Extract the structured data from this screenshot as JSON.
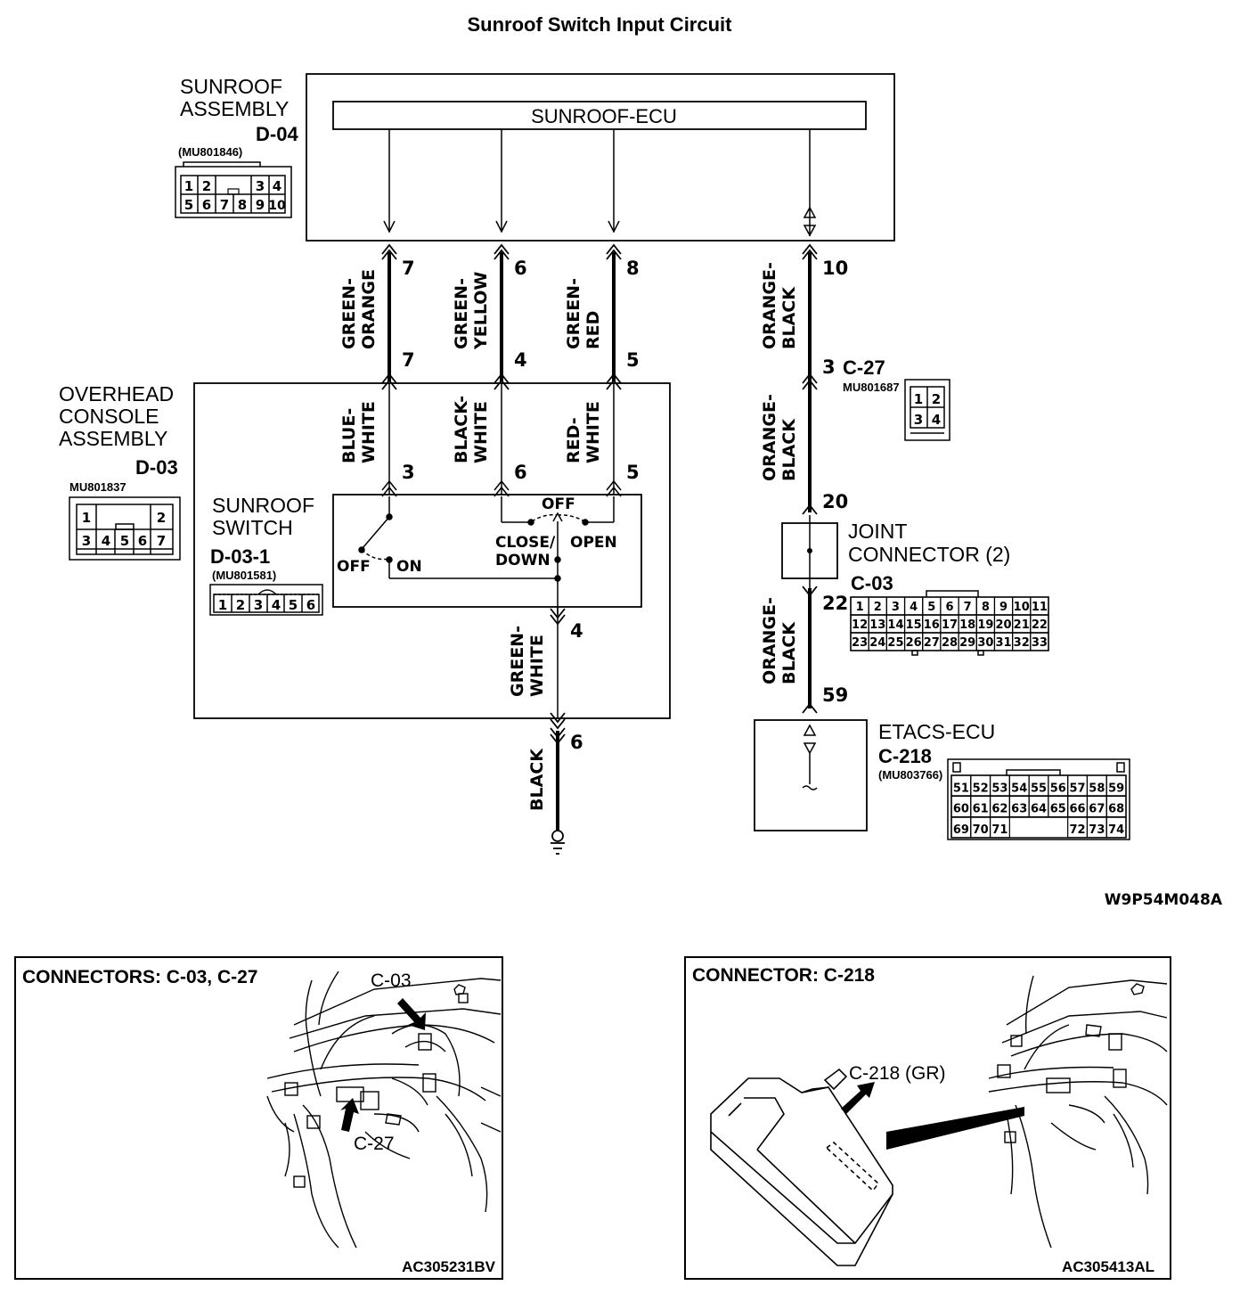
{
  "title": "Sunroof Switch Input Circuit",
  "sunroof_assembly": {
    "label_line1": "SUNROOF",
    "label_line2": "ASSEMBLY",
    "connector_id": "D-04",
    "part_no": "(MU801846)",
    "pins_row1": [
      "1",
      "2",
      "3",
      "4"
    ],
    "pins_row2": [
      "5",
      "6",
      "7",
      "8",
      "9",
      "10"
    ],
    "ecu_label": "SUNROOF-ECU"
  },
  "wires_upper": [
    {
      "pin_top": "7",
      "color_line1": "GREEN-",
      "color_line2": "ORANGE",
      "pin_bottom": "7"
    },
    {
      "pin_top": "6",
      "color_line1": "GREEN-",
      "color_line2": "YELLOW",
      "pin_bottom": "4"
    },
    {
      "pin_top": "8",
      "color_line1": "GREEN-",
      "color_line2": "RED",
      "pin_bottom": "5"
    },
    {
      "pin_top": "10",
      "color_line1": "ORANGE-",
      "color_line2": "BLACK",
      "pin_bottom": "3"
    }
  ],
  "overhead_console": {
    "label_line1": "OVERHEAD",
    "label_line2": "CONSOLE",
    "label_line3": "ASSEMBLY",
    "connector_id": "D-03",
    "part_no": "MU801837",
    "pins_row1": [
      "1",
      "2"
    ],
    "pins_row2": [
      "3",
      "4",
      "5",
      "6",
      "7"
    ]
  },
  "wires_inner": [
    {
      "color_line1": "BLUE-",
      "color_line2": "WHITE",
      "pin": "3"
    },
    {
      "color_line1": "BLACK-",
      "color_line2": "WHITE",
      "pin": "6"
    },
    {
      "color_line1": "RED-",
      "color_line2": "WHITE",
      "pin": "5"
    }
  ],
  "sunroof_switch": {
    "label_line1": "SUNROOF",
    "label_line2": "SWITCH",
    "connector_id": "D-03-1",
    "part_no": "(MU801581)",
    "pins": [
      "1",
      "2",
      "3",
      "4",
      "5",
      "6"
    ],
    "off_label_left": "OFF",
    "on_label": "ON",
    "off_label_right": "OFF",
    "close_label": "CLOSE/",
    "down_label": "DOWN",
    "open_label": "OPEN"
  },
  "ground_wire": {
    "pin_switch_out": "4",
    "color_line1": "GREEN-",
    "color_line2": "WHITE",
    "pin_ground": "6",
    "ground_color": "BLACK"
  },
  "c27": {
    "connector_id": "C-27",
    "part_no": "MU801687",
    "pins": [
      "1",
      "2",
      "3",
      "4"
    ]
  },
  "right_wires": [
    {
      "color_line1": "ORANGE-",
      "color_line2": "BLACK",
      "pin": "20"
    },
    {
      "color_line1": "ORANGE-",
      "color_line2": "BLACK",
      "pin_top": "22",
      "pin_bottom": "59"
    }
  ],
  "joint_connector": {
    "label_line1": "JOINT",
    "label_line2": "CONNECTOR (2)",
    "connector_id": "C-03",
    "pins_row1": [
      "1",
      "2",
      "3",
      "4",
      "5",
      "6",
      "7",
      "8",
      "9",
      "10",
      "11"
    ],
    "pins_row2": [
      "12",
      "13",
      "14",
      "15",
      "16",
      "17",
      "18",
      "19",
      "20",
      "21",
      "22"
    ],
    "pins_row3": [
      "23",
      "24",
      "25",
      "26",
      "27",
      "28",
      "29",
      "30",
      "31",
      "32",
      "33"
    ]
  },
  "etacs": {
    "label": "ETACS-ECU",
    "connector_id": "C-218",
    "part_no": "(MU803766)",
    "pins_row1": [
      "51",
      "52",
      "53",
      "54",
      "55",
      "56",
      "57",
      "58",
      "59"
    ],
    "pins_row2": [
      "60",
      "61",
      "62",
      "63",
      "64",
      "65",
      "66",
      "67",
      "68"
    ],
    "pins_row3": [
      "69",
      "70",
      "71",
      "72",
      "73",
      "74"
    ]
  },
  "figure_code": "W9P54M048A",
  "panel_left": {
    "title": "CONNECTORS: C-03, C-27",
    "callout_top": "C-03",
    "callout_bottom": "C-27",
    "code": "AC305231BV"
  },
  "panel_right": {
    "title": "CONNECTOR: C-218",
    "callout": "C-218 (GR)",
    "code": "AC305413AL"
  }
}
